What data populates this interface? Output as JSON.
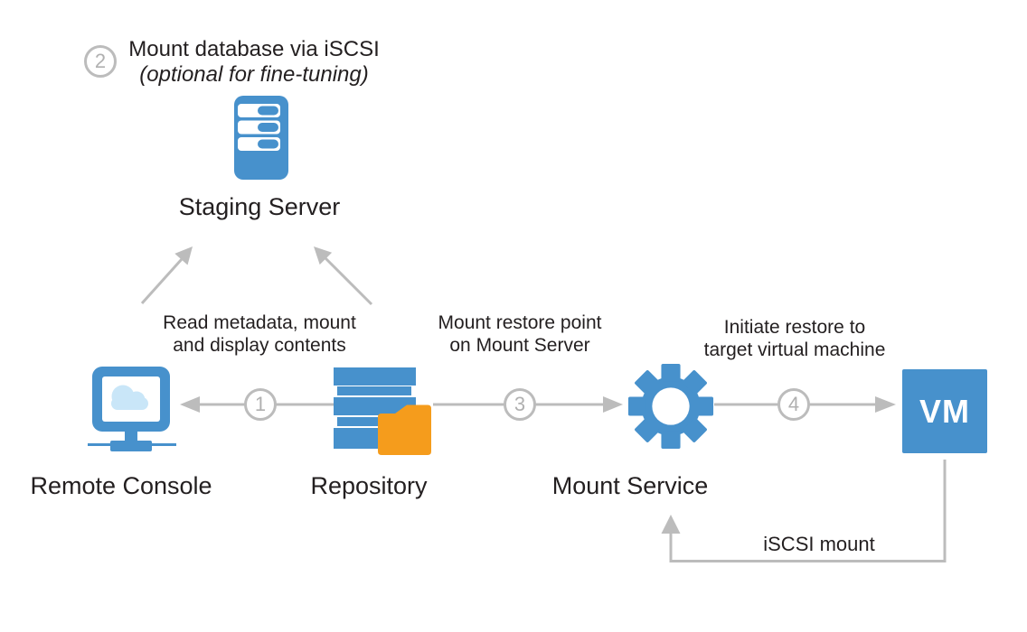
{
  "title": "Restore workflow diagram",
  "colors": {
    "node_blue": "#4791cc",
    "cloud_light_blue": "#c9e6f8",
    "folder_orange": "#f59c1c",
    "connector_gray": "#bcbcbc",
    "step_number_gray": "#b0b0b0",
    "text_black": "#231f20"
  },
  "nodes": {
    "staging_server": {
      "label": "Staging Server"
    },
    "remote_console": {
      "label": "Remote Console"
    },
    "repository": {
      "label": "Repository"
    },
    "mount_service": {
      "label": "Mount Service"
    },
    "vm": {
      "label": "VM"
    }
  },
  "step2": {
    "number": "2",
    "title": "Mount database via iSCSI",
    "subtitle": "(optional for fine-tuning)"
  },
  "edges": {
    "step1": {
      "number": "1",
      "from": "Repository",
      "to": "Remote Console",
      "line1": "Read metadata, mount",
      "line2": "and display contents"
    },
    "step3": {
      "number": "3",
      "from": "Repository",
      "to": "Mount Service",
      "line1": "Mount restore point",
      "line2": "on Mount Server"
    },
    "step4": {
      "number": "4",
      "from": "Mount Service",
      "to": "VM",
      "line1": "Initiate restore to",
      "line2": "target virtual machine"
    },
    "iscsi": {
      "from": "VM",
      "to": "Mount Service",
      "label": "iSCSI mount"
    }
  }
}
